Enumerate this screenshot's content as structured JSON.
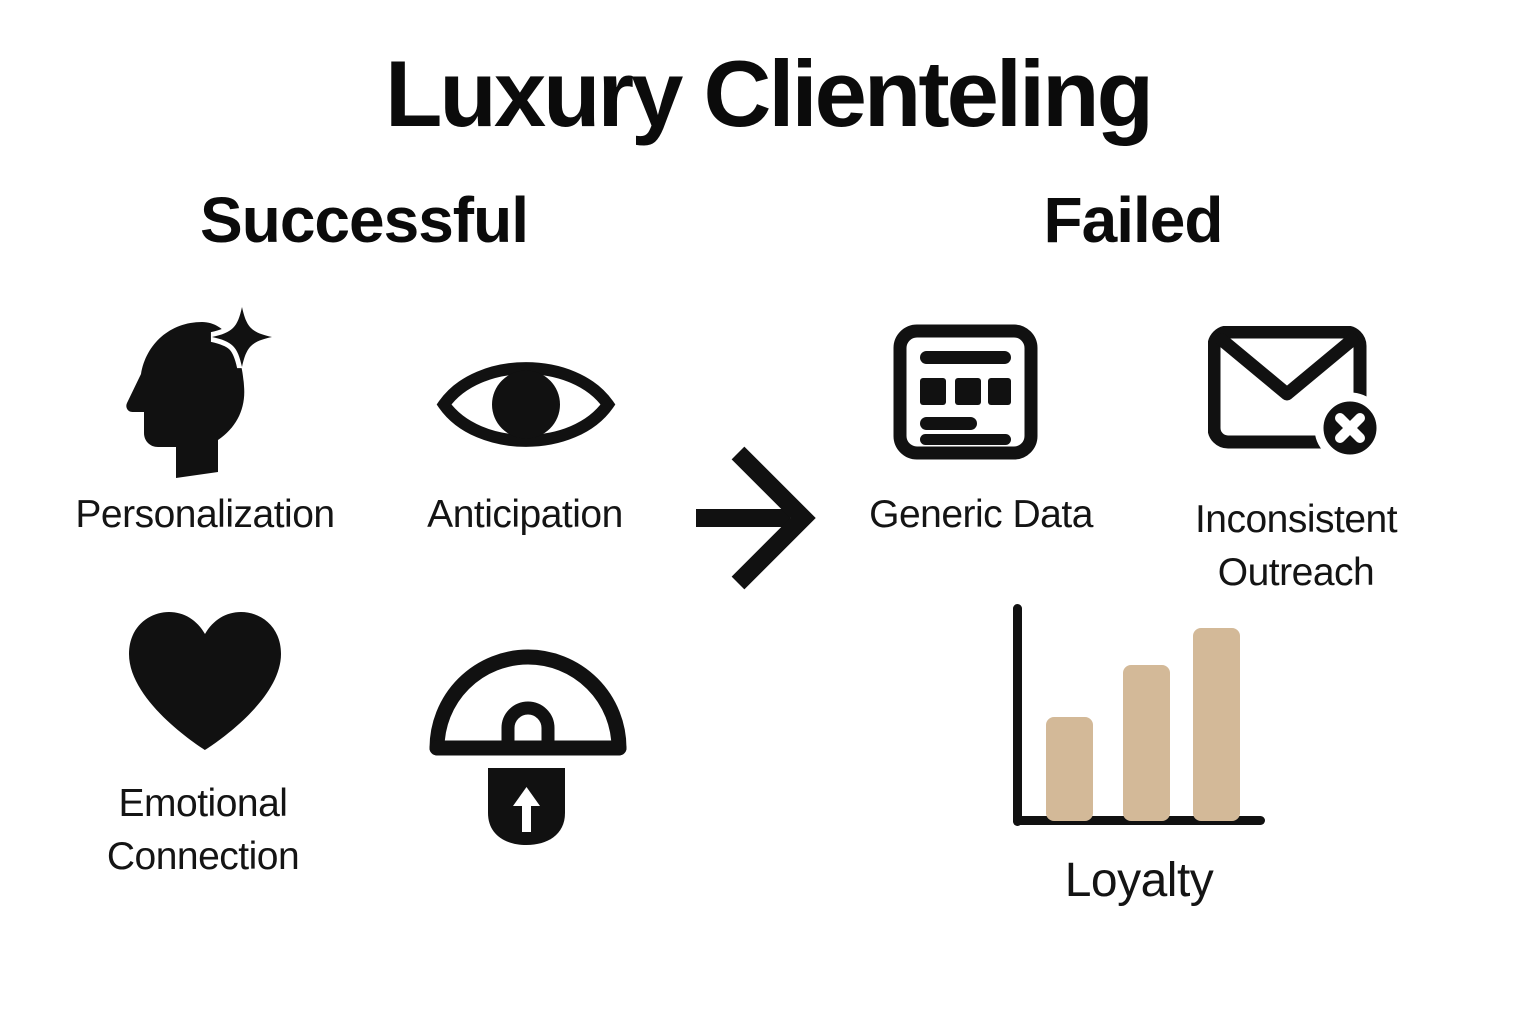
{
  "title": "Luxury Clienteling",
  "successful": {
    "header": "Successful",
    "items": [
      {
        "icon": "head-sparkle-icon",
        "label": "Personalization"
      },
      {
        "icon": "eye-icon",
        "label": "Anticipation"
      },
      {
        "icon": "heart-icon",
        "label": "Emotional Connection"
      },
      {
        "icon": "lock-dome-icon",
        "label": ""
      }
    ]
  },
  "failed": {
    "header": "Failed",
    "items": [
      {
        "icon": "browser-data-icon",
        "label": "Generic Data"
      },
      {
        "icon": "mail-error-icon",
        "label": "Inconsistent Outreach"
      }
    ]
  },
  "transition": {
    "icon": "arrow-right-icon"
  },
  "chart_data": {
    "type": "bar",
    "title": "Loyalty",
    "categories": [
      "bar-1",
      "bar-2",
      "bar-3"
    ],
    "values": [
      54,
      81,
      100
    ],
    "ylim": [
      0,
      100
    ],
    "xlabel": "",
    "ylabel": "",
    "axes_tick_labels_visible": false,
    "legend": false,
    "bar_color": "#D3B998",
    "axis_color": "#111111",
    "layout_hint": "three increasing rounded bars on plain L-shaped axes"
  },
  "colors": {
    "ink": "#111111",
    "background": "#FFFFFF",
    "bar_fill": "#D3B998"
  }
}
